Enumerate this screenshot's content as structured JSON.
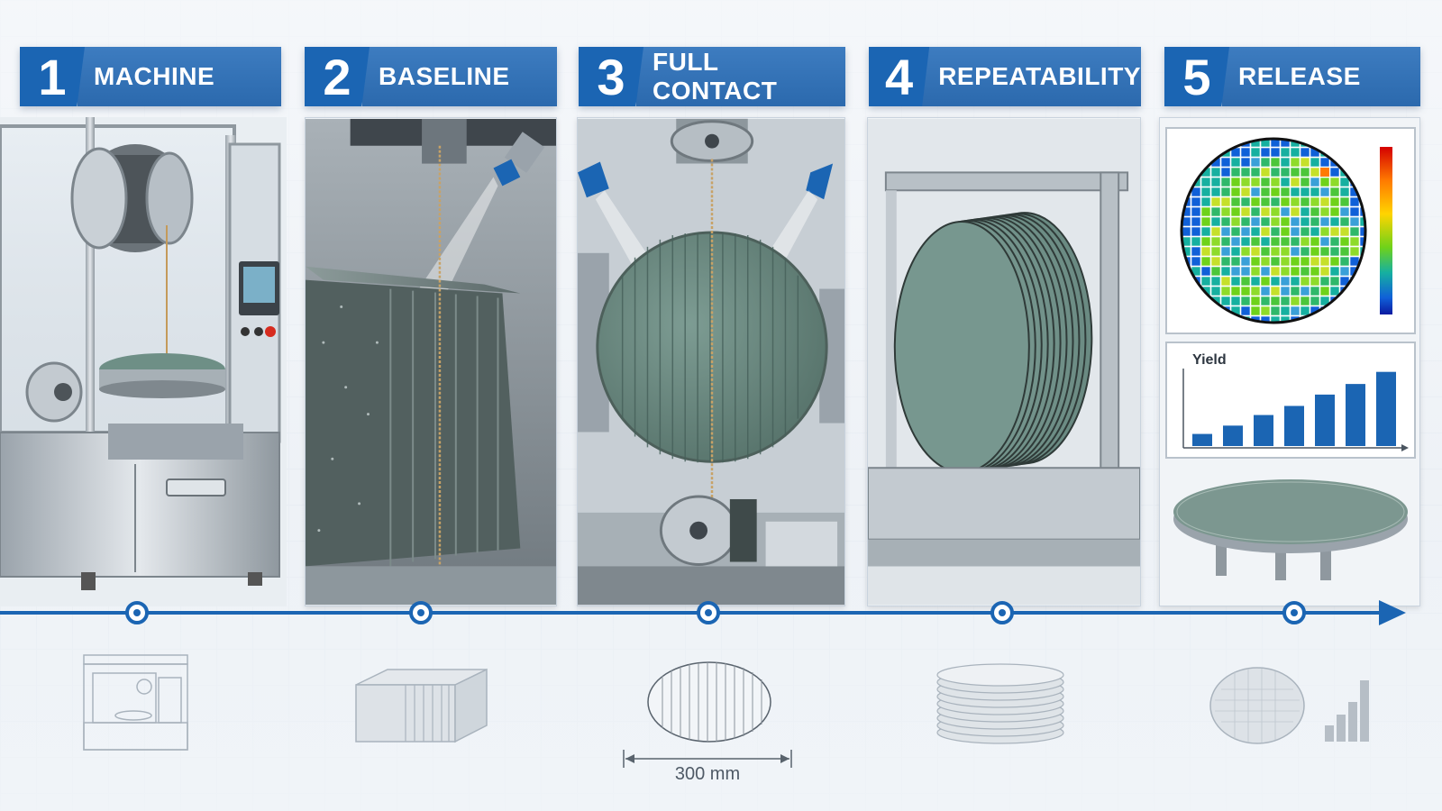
{
  "steps": [
    {
      "number": "1",
      "title": "MACHINE"
    },
    {
      "number": "2",
      "title": "BASELINE"
    },
    {
      "number": "3",
      "title": "FULL CONTACT"
    },
    {
      "number": "4",
      "title": "REPEATABILITY"
    },
    {
      "number": "5",
      "title": "RELEASE"
    }
  ],
  "release": {
    "yield_label": "Yield",
    "yield_bars": [
      0.16,
      0.27,
      0.41,
      0.53,
      0.68,
      0.82,
      0.98
    ],
    "colorbar": [
      "#d40000",
      "#ff7a00",
      "#ffd400",
      "#6fd21a",
      "#16b0a0",
      "#1060d8",
      "#0a1aa0"
    ]
  },
  "dimension_label": "300 mm",
  "colors": {
    "accent": "#1b65b3",
    "header_bar": "#2f6fb2",
    "wafer_green": "#6e8f86",
    "steel": "#b9c1c8"
  }
}
